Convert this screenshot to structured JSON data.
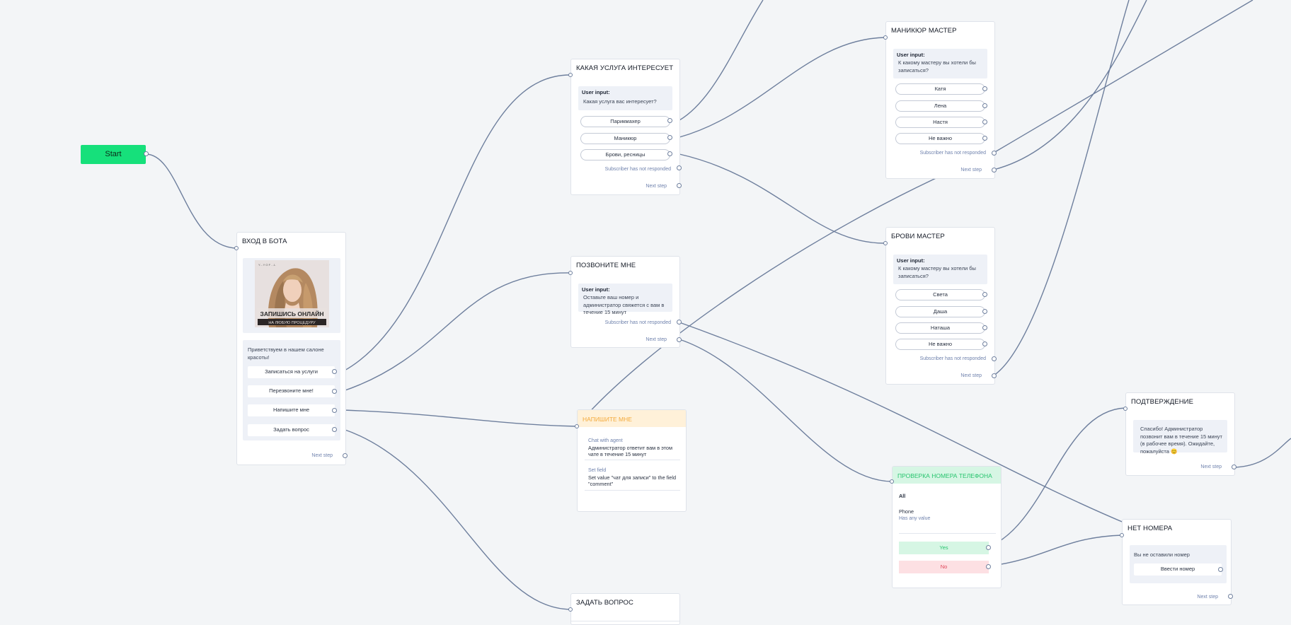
{
  "start": {
    "label": "Start"
  },
  "node_entry": {
    "title": "ВХОД В БОТА",
    "image_caption": "ЗАПИШИСЬ ОНЛАЙН",
    "image_subcaption": "НА ЛЮБУЮ ПРОЦЕДУРУ",
    "image_topline": "Y…Y O F …L",
    "greeting": "Приветствуем в нашем салоне красоты!",
    "buttons": [
      "Записаться на услуги",
      "Перезвоните мне!",
      "Напишите мне",
      "Задать вопрос"
    ],
    "next_step": "Next step"
  },
  "node_service": {
    "title": "КАКАЯ УСЛУГА ИНТЕРЕСУЕТ",
    "user_input_label": "User input:",
    "question": "Какая услуга вас интересует?",
    "buttons": [
      "Парикмахер",
      "Маникюр",
      "Брови, ресницы"
    ],
    "no_response": "Subscriber has not responded",
    "next_step": "Next step"
  },
  "node_call": {
    "title": "ПОЗВОНИТЕ МНЕ",
    "user_input_label": "User input:",
    "question": "Оставьте ваш номер и администратор свяжется с вам в течение 15 минут",
    "no_response": "Subscriber has not responded",
    "next_step": "Next step"
  },
  "node_write": {
    "title": "НАПИШИТЕ МНЕ",
    "action1_label": "Chat with agent",
    "action1_text": "Администратор ответит вам в этом чате в течение 15 минут",
    "action2_label": "Set field",
    "action2_text": "Set value \"чат  для записи\" to the field \"comment\""
  },
  "node_ask": {
    "title": "ЗАДАТЬ ВОПРОС"
  },
  "node_manicure": {
    "title": "МАНИКЮР МАСТЕР",
    "user_input_label": "User input:",
    "question": "К какому мастеру вы хотели бы записаться?",
    "buttons": [
      "Катя",
      "Лена",
      "Настя",
      "Не важно"
    ],
    "no_response": "Subscriber has not responded",
    "next_step": "Next step"
  },
  "node_brows": {
    "title": "БРОВИ МАСТЕР",
    "user_input_label": "User input:",
    "question": "К какому мастеру вы хотели бы записаться?",
    "buttons": [
      "Света",
      "Даша",
      "Наташа",
      "Не важно"
    ],
    "no_response": "Subscriber has not responded",
    "next_step": "Next step"
  },
  "node_phone_check": {
    "title": "ПРОВЕРКА НОМЕРА ТЕЛЕФОНА",
    "condition": "All",
    "field": "Phone",
    "rule": "Has any value",
    "yes": "Yes",
    "no": "No"
  },
  "node_confirm": {
    "title": "ПОДТВЕРЖДЕНИЕ",
    "text": "Спасибо! Администратор позвонит вам в течение 15 минут (в рабочее время). Ожидайте, пожалуйста 😊",
    "next_step": "Next step"
  },
  "node_no_number": {
    "title": "НЕТ НОМЕРА",
    "text": "Вы не оставили номер",
    "button": "Ввести номер",
    "next_step": "Next step"
  },
  "colors": {
    "canvas": "#f3f5f7",
    "wire": "#6e7f9d",
    "start": "#16e07b",
    "chat_header": "#fff1d9",
    "condition_header": "#d6f6e4",
    "yes": "#27c46e",
    "no": "#e0465a",
    "link": "#6f82ad"
  }
}
